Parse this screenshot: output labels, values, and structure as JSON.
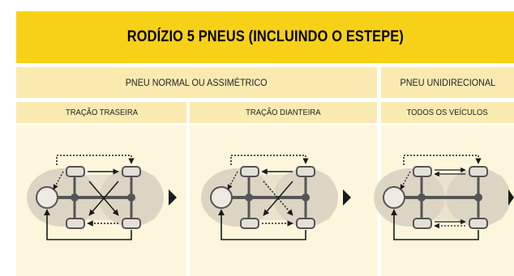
{
  "title": "RODÍZIO 5 PNEUS (INCLUINDO O ESTEPE)",
  "headers": {
    "normal": "PNEU NORMAL OU ASSIMÉTRICO",
    "unidirectional": "PNEU UNIDIRECIONAL"
  },
  "subheaders": {
    "rear": "TRAÇÃO TRASEIRA",
    "front": "TRAÇÃO DIANTEIRA",
    "all": "TODOS OS VEÍCULOS"
  },
  "diagrams": [
    {
      "id": "rear-wheel-drive",
      "crossed_lines": "solid"
    },
    {
      "id": "front-wheel-drive",
      "crossed_lines": "dotted"
    },
    {
      "id": "all-vehicles",
      "crossed_lines": "none"
    }
  ],
  "colors": {
    "title_band": "#f7d117",
    "header_bg": "#fbeab0",
    "panel_bg": "#fdf6dc",
    "shadow": "#ddd5c3",
    "axle": "#555555",
    "arrow": "#1a1a1a"
  }
}
